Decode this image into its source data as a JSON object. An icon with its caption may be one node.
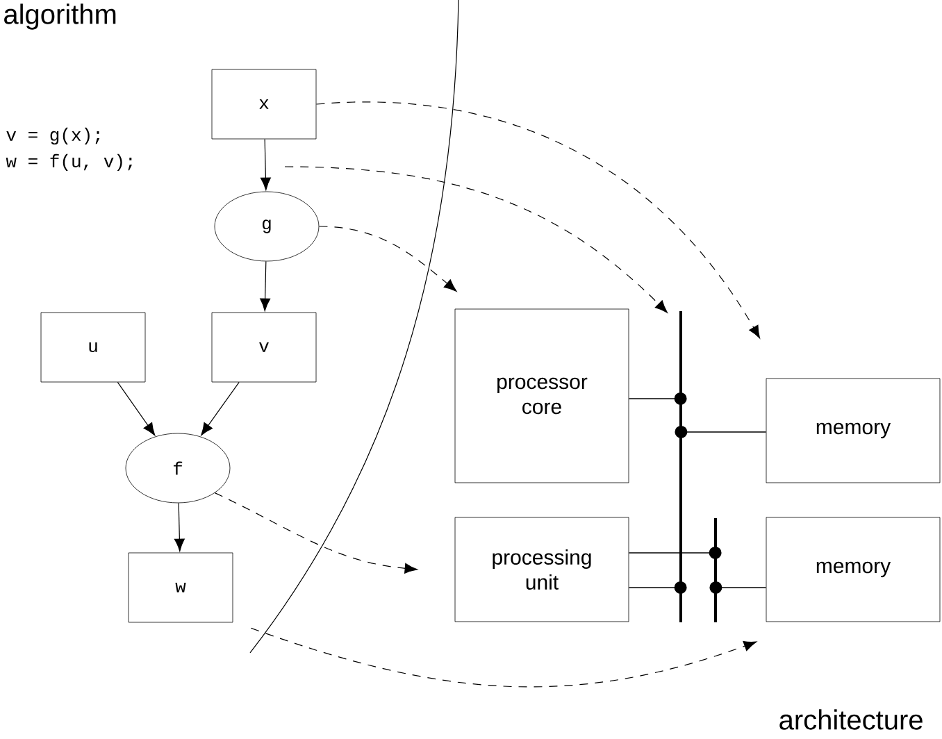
{
  "diagram": {
    "nodes": [
      {
        "text": [
          "x"
        ]
      },
      {
        "text": [
          "g"
        ]
      },
      {
        "text": [
          "u"
        ]
      },
      {
        "text": [
          "v"
        ]
      },
      {
        "text": [
          "f"
        ]
      },
      {
        "text": [
          "w"
        ]
      },
      {
        "text": [
          "processor core"
        ]
      },
      {
        "text": [
          "processing unit"
        ]
      },
      {
        "text": [
          "memory"
        ]
      },
      {
        "text": [
          "memory"
        ]
      },
      {
        "text": [],
        "shape": "bar"
      },
      {
        "text": [],
        "shape": "bar"
      }
    ],
    "edges": [
      {
        "from": 0,
        "to": 1,
        "arrow": "to"
      },
      {
        "from": 1,
        "to": 3,
        "arrow": "to"
      },
      {
        "from": 2,
        "to": 4,
        "arrow": "to"
      },
      {
        "from": 3,
        "to": 4,
        "arrow": "to"
      },
      {
        "from": 4,
        "to": 5,
        "arrow": "to"
      },
      {
        "from": 0,
        "to": 8,
        "arrow": "to",
        "style": "dashed"
      },
      {
        "from": null,
        "to": 10,
        "arrow": "to",
        "style": "dashed"
      },
      {
        "from": 1,
        "to": 6,
        "arrow": "to",
        "style": "dashed"
      },
      {
        "from": 4,
        "to": 7,
        "arrow": "to",
        "style": "dashed"
      },
      {
        "from": 5,
        "to": 9,
        "arrow": "to",
        "style": "dashed"
      },
      {
        "from": 6,
        "to": 10,
        "arrow": "other"
      },
      {
        "from": 8,
        "to": 10,
        "arrow": "other"
      },
      {
        "from": 7,
        "to": 10,
        "arrow": "other"
      },
      {
        "from": 7,
        "to": 11,
        "arrow": "other"
      },
      {
        "from": 9,
        "to": 11,
        "arrow": "other"
      }
    ],
    "labels": [
      "algorithm",
      "v = g(x);",
      "w = f(u, v);",
      "architecture"
    ]
  }
}
